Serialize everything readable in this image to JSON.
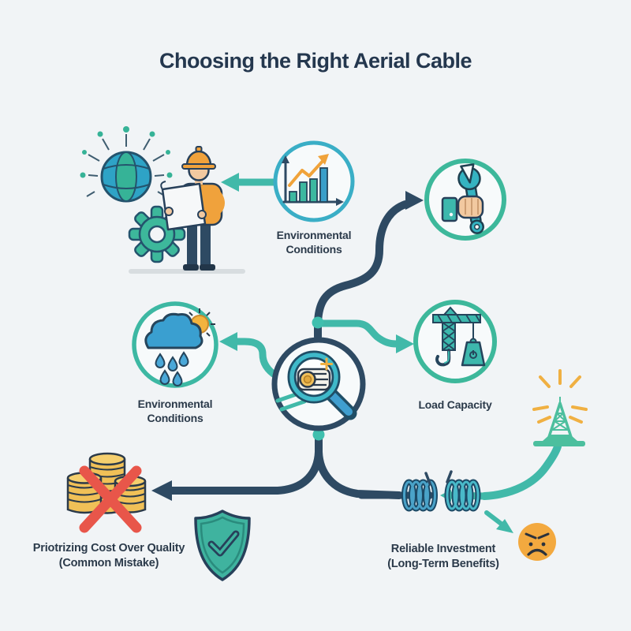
{
  "title": "Choosing the Right Aerial Cable",
  "labels": {
    "chart_node": {
      "line1": "Environmental",
      "line2": "Conditions"
    },
    "weather_node": {
      "line1": "Environmental",
      "line2": "Conditions"
    },
    "load_node": {
      "line1": "Load Capacity"
    },
    "cost_caption": {
      "line1": "Priotrizing Cost Over Quality",
      "line2": "(Common Mistake)"
    },
    "reliable_caption": {
      "line1": "Reliable Investment",
      "line2": "(Long-Term Benefits)"
    }
  },
  "icons": {
    "globe-network-icon": "globe with radiating network nodes",
    "gear-icon": "gear",
    "engineer-icon": "engineer in hard hat reading blueprint",
    "growth-chart-icon": "bar chart with rising orange arrow",
    "wrench-hand-icon": "hand holding a wrench",
    "weather-icon": "rain cloud with sun",
    "magnifier-cable-icon": "magnifying glass inspecting a cable",
    "crane-icon": "crane lifting a weight",
    "transmission-tower-icon": "transmission tower with energy rays",
    "coins-icon": "stacks of coins",
    "red-x-icon": "red cross-out",
    "shield-check-icon": "shield with checkmark",
    "broken-cable-icon": "snapped coiled cable",
    "angry-face-icon": "angry face emoji"
  },
  "colors": {
    "background": "#f1f4f6",
    "navy": "#2e4a63",
    "teal": "#41b9a9",
    "teal_green": "#3db89b",
    "teal_cyan": "#3aaec6",
    "blue": "#3a9fd0",
    "orange": "#f0a33a",
    "red": "#e8564a",
    "gold": "#f0c057",
    "skin": "#f2c9a0",
    "text": "#2b3a4a"
  }
}
